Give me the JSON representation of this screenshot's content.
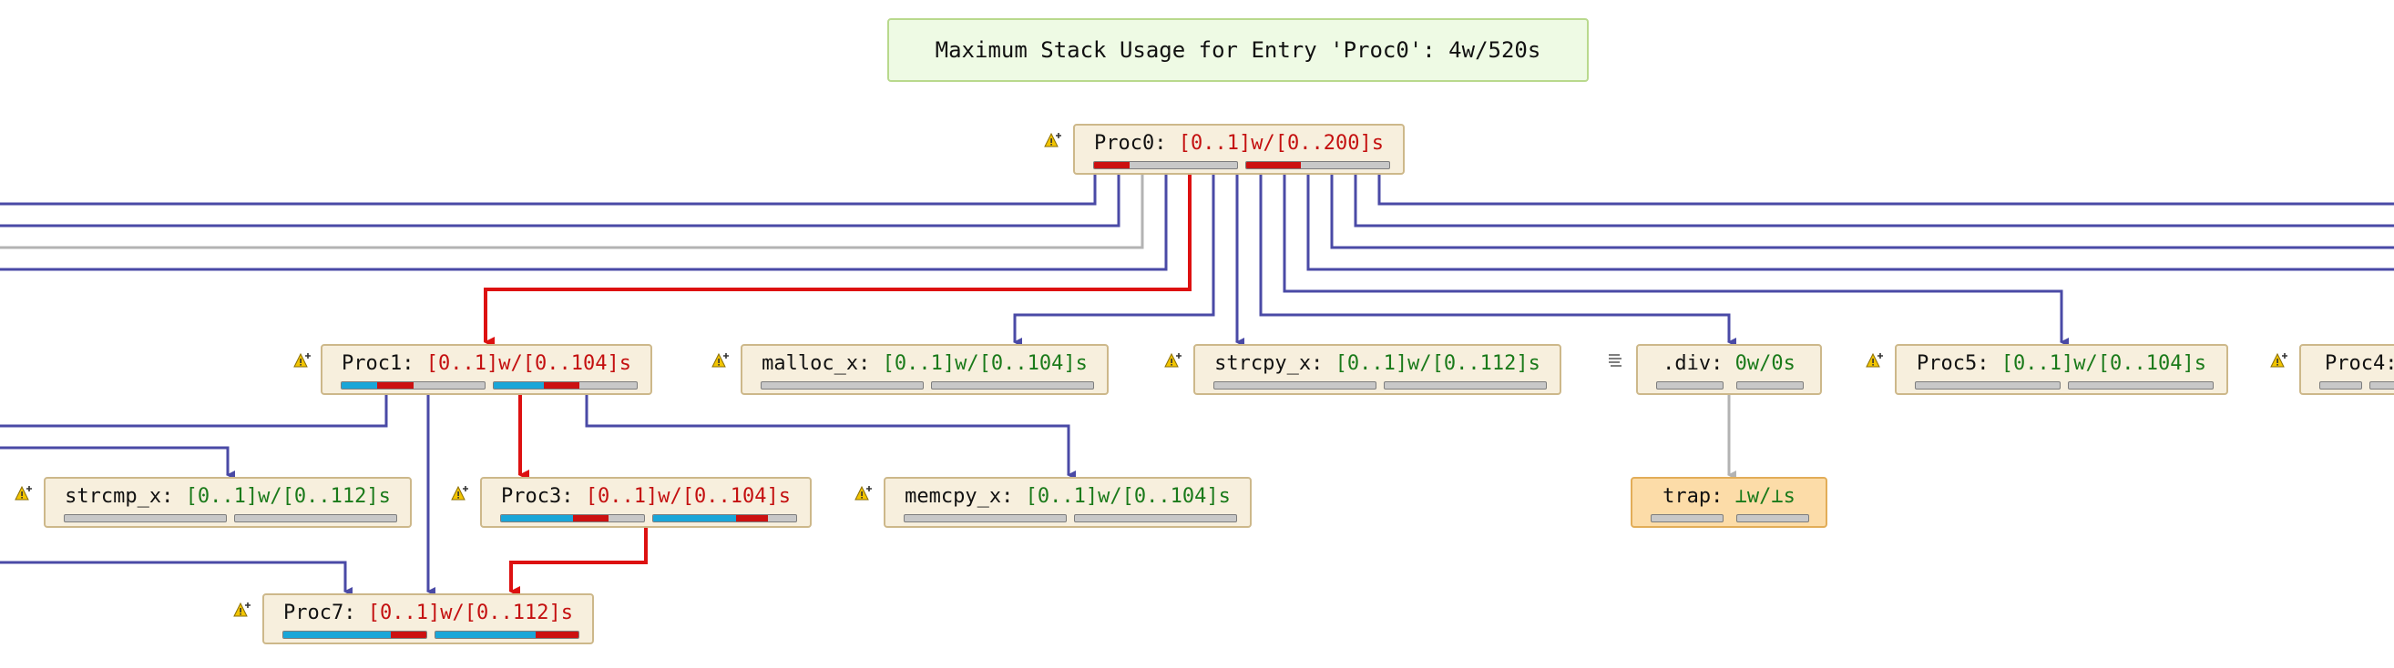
{
  "title": "Maximum Stack Usage for Entry 'Proc0': 4w/520s",
  "colors": {
    "edge": "#4a4aa6",
    "critical_edge": "#dd1111",
    "unknown_edge": "#b3b3b3",
    "range_text": "#c41010",
    "known_text": "#1a7a1a",
    "bar_base": "#c8c8c8",
    "bar_cyan": "#1aa6d8",
    "bar_red": "#cc1111"
  },
  "nodes": [
    {
      "id": "proc0",
      "name": "Proc0",
      "sep": ": ",
      "value": "[0..1]w/[0..200]s",
      "value_style": "range",
      "icon": "warning-icon",
      "bar1": [
        {
          "c": "red",
          "f": 0.25
        }
      ],
      "bar2": [
        {
          "c": "red",
          "f": 0.38
        }
      ]
    },
    {
      "id": "proc1",
      "name": "Proc1",
      "sep": ": ",
      "value": "[0..1]w/[0..104]s",
      "value_style": "range",
      "icon": "warning-icon",
      "bar1": [
        {
          "c": "cyan",
          "f": 0.25
        },
        {
          "c": "red",
          "f": 0.25
        }
      ],
      "bar2": [
        {
          "c": "cyan",
          "f": 0.35
        },
        {
          "c": "red",
          "f": 0.25
        }
      ]
    },
    {
      "id": "malloc_x",
      "name": "malloc_x",
      "sep": ": ",
      "value": "[0..1]w/[0..104]s",
      "value_style": "ok",
      "icon": "warning-icon",
      "bar1": [],
      "bar2": []
    },
    {
      "id": "strcpy_x",
      "name": "strcpy_x",
      "sep": ": ",
      "value": "[0..1]w/[0..112]s",
      "value_style": "ok",
      "icon": "warning-icon",
      "bar1": [],
      "bar2": []
    },
    {
      "id": "div",
      "name": ".div",
      "sep": ": ",
      "value": "0w/0s",
      "value_style": "ok",
      "icon": "lines-icon",
      "bar1": [],
      "bar2": []
    },
    {
      "id": "proc5",
      "name": "Proc5",
      "sep": ": ",
      "value": "[0..1]w/[0..104]s",
      "value_style": "ok",
      "icon": "warning-icon",
      "bar1": [],
      "bar2": []
    },
    {
      "id": "proc4",
      "name": "Proc4",
      "sep": ":",
      "value": "",
      "value_style": "ok",
      "icon": "warning-icon",
      "bar1": [],
      "bar2": []
    },
    {
      "id": "strcmp_x",
      "name": "strcmp_x",
      "sep": ": ",
      "value": "[0..1]w/[0..112]s",
      "value_style": "ok",
      "icon": "warning-icon",
      "bar1": [],
      "bar2": []
    },
    {
      "id": "proc3",
      "name": "Proc3",
      "sep": ": ",
      "value": "[0..1]w/[0..104]s",
      "value_style": "range",
      "icon": "warning-icon",
      "bar1": [
        {
          "c": "cyan",
          "f": 0.5
        },
        {
          "c": "red",
          "f": 0.25
        }
      ],
      "bar2": [
        {
          "c": "cyan",
          "f": 0.58
        },
        {
          "c": "red",
          "f": 0.22
        }
      ]
    },
    {
      "id": "memcpy_x",
      "name": "memcpy_x",
      "sep": ": ",
      "value": "[0..1]w/[0..104]s",
      "value_style": "ok",
      "icon": "warning-icon",
      "bar1": [],
      "bar2": []
    },
    {
      "id": "trap",
      "name": "trap",
      "sep": ": ",
      "value": "⊥w/⊥s",
      "value_style": "ok",
      "icon": "",
      "bar1": [],
      "bar2": []
    },
    {
      "id": "proc7",
      "name": "Proc7",
      "sep": ": ",
      "value": "[0..1]w/[0..112]s",
      "value_style": "range",
      "icon": "warning-icon",
      "bar1": [
        {
          "c": "cyan",
          "f": 0.75
        },
        {
          "c": "red",
          "f": 0.25
        }
      ],
      "bar2": [
        {
          "c": "cyan",
          "f": 0.7
        },
        {
          "c": "red",
          "f": 0.3
        }
      ]
    }
  ],
  "edges": [
    {
      "from": "proc0",
      "to": "offscreen-left",
      "kind": "normal"
    },
    {
      "from": "proc0",
      "to": "offscreen-left",
      "kind": "normal"
    },
    {
      "from": "proc0",
      "to": "offscreen-left",
      "kind": "unknown"
    },
    {
      "from": "proc0",
      "to": "offscreen-left",
      "kind": "normal"
    },
    {
      "from": "proc0",
      "to": "proc1",
      "kind": "critical"
    },
    {
      "from": "proc0",
      "to": "malloc_x",
      "kind": "normal"
    },
    {
      "from": "proc0",
      "to": "strcpy_x",
      "kind": "normal"
    },
    {
      "from": "proc0",
      "to": "div",
      "kind": "normal"
    },
    {
      "from": "proc0",
      "to": "proc5",
      "kind": "normal"
    },
    {
      "from": "proc0",
      "to": "offscreen-right",
      "kind": "normal"
    },
    {
      "from": "proc1",
      "to": "strcmp_x",
      "kind": "normal"
    },
    {
      "from": "proc1",
      "to": "proc3",
      "kind": "critical"
    },
    {
      "from": "proc1",
      "to": "memcpy_x",
      "kind": "normal"
    },
    {
      "from": "proc1",
      "to": "proc7",
      "kind": "normal"
    },
    {
      "from": "proc3",
      "to": "proc7",
      "kind": "critical"
    },
    {
      "from": "div",
      "to": "trap",
      "kind": "unknown"
    },
    {
      "from": "offscreen-left",
      "to": "proc7",
      "kind": "normal"
    }
  ]
}
